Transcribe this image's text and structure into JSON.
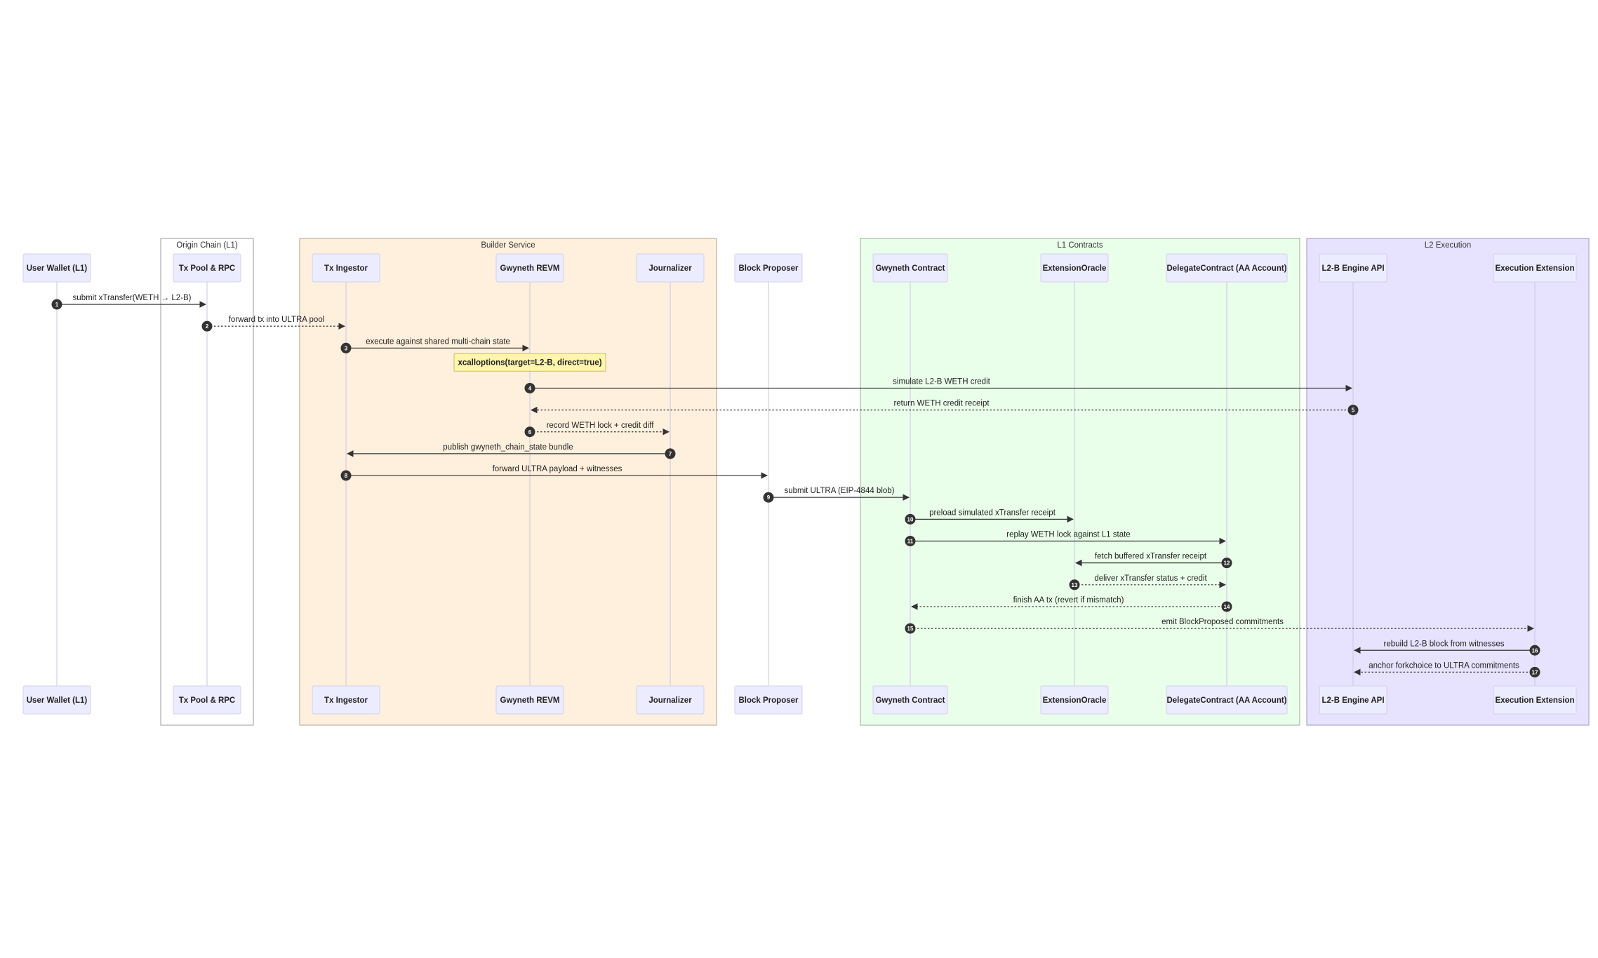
{
  "groups": [
    {
      "id": "origin",
      "label": "Origin Chain (L1)",
      "fill": "#ffffff",
      "stroke": "#9a9a9a",
      "first": 1,
      "last": 1
    },
    {
      "id": "builder",
      "label": "Builder Service",
      "fill": "#fff0dd",
      "stroke": "#b0a090",
      "first": 2,
      "last": 4
    },
    {
      "id": "l1",
      "label": "L1 Contracts",
      "fill": "#eaffea",
      "stroke": "#94b094",
      "first": 6,
      "last": 8
    },
    {
      "id": "l2",
      "label": "L2 Execution",
      "fill": "#e7e3fe",
      "stroke": "#9b95c2",
      "first": 9,
      "last": 10
    }
  ],
  "participants": [
    {
      "label": "User Wallet (L1)"
    },
    {
      "label": "Tx Pool & RPC"
    },
    {
      "label": "Tx Ingestor"
    },
    {
      "label": "Gwyneth REVM"
    },
    {
      "label": "Journalizer"
    },
    {
      "label": "Block Proposer"
    },
    {
      "label": "Gwyneth Contract"
    },
    {
      "label": "ExtensionOracle"
    },
    {
      "label": "DelegateContract (AA Account)"
    },
    {
      "label": "L2-B Engine API"
    },
    {
      "label": "Execution Extension"
    }
  ],
  "messages": [
    {
      "n": "1",
      "from": 0,
      "to": 1,
      "dashed": false,
      "label": "submit xTransfer(WETH → L2-B)"
    },
    {
      "n": "2",
      "from": 1,
      "to": 2,
      "dashed": true,
      "label": "forward tx into ULTRA pool"
    },
    {
      "n": "3",
      "from": 2,
      "to": 3,
      "dashed": false,
      "label": "execute against shared multi-chain state"
    },
    {
      "n": "4",
      "from": 3,
      "to": 9,
      "dashed": false,
      "label": "simulate L2-B WETH credit"
    },
    {
      "n": "5",
      "from": 9,
      "to": 3,
      "dashed": true,
      "label": "return WETH credit receipt"
    },
    {
      "n": "6",
      "from": 3,
      "to": 4,
      "dashed": true,
      "label": "record WETH lock + credit diff"
    },
    {
      "n": "7",
      "from": 4,
      "to": 2,
      "dashed": false,
      "label": "publish gwyneth_chain_state bundle"
    },
    {
      "n": "8",
      "from": 2,
      "to": 5,
      "dashed": false,
      "label": "forward ULTRA payload + witnesses"
    },
    {
      "n": "9",
      "from": 5,
      "to": 6,
      "dashed": false,
      "label": "submit ULTRA (EIP-4844 blob)"
    },
    {
      "n": "10",
      "from": 6,
      "to": 7,
      "dashed": false,
      "label": "preload simulated xTransfer receipt"
    },
    {
      "n": "11",
      "from": 6,
      "to": 8,
      "dashed": false,
      "label": "replay WETH lock against L1 state"
    },
    {
      "n": "12",
      "from": 8,
      "to": 7,
      "dashed": false,
      "label": "fetch buffered xTransfer receipt"
    },
    {
      "n": "13",
      "from": 7,
      "to": 8,
      "dashed": true,
      "label": "deliver xTransfer status + credit"
    },
    {
      "n": "14",
      "from": 8,
      "to": 6,
      "dashed": true,
      "label": "finish AA tx (revert if mismatch)"
    },
    {
      "n": "15",
      "from": 6,
      "to": 10,
      "dashed": true,
      "label": "emit BlockProposed commitments"
    },
    {
      "n": "16",
      "from": 10,
      "to": 9,
      "dashed": false,
      "label": "rebuild L2-B block from witnesses"
    },
    {
      "n": "17",
      "from": 10,
      "to": 9,
      "dashed": true,
      "label": "anchor forkchoice to ULTRA commitments"
    }
  ],
  "note": {
    "label": "xcalloptions(target=L2-B, direct=true)",
    "over": 3,
    "fill": "#fff5ad",
    "stroke": "#c9c060"
  },
  "colors": {
    "participant_fill": "#ececff",
    "participant_stroke": "#d0d0f0",
    "lifeline": "#c8c4e4",
    "arrow": "#333333",
    "step_badge": "#333333"
  }
}
